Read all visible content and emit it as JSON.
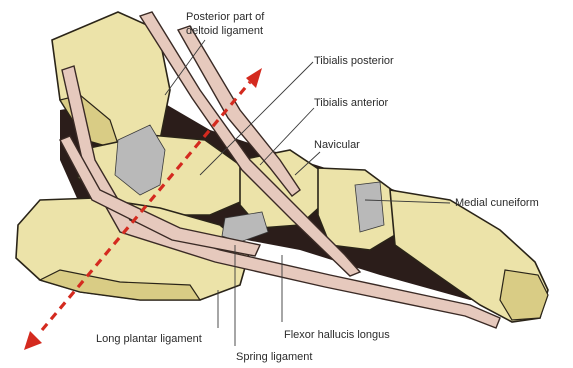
{
  "labels": {
    "posterior_deltoid_line1": "Posterior part of",
    "posterior_deltoid_line2": "deltoid ligament",
    "tibialis_posterior": "Tibialis posterior",
    "tibialis_anterior": "Tibialis anterior",
    "navicular": "Navicular",
    "medial_cuneiform": "Medial cuneiform",
    "long_plantar_ligament": "Long plantar ligament",
    "flexor_hallucis_longus": "Flexor hallucis longus",
    "spring_ligament": "Spring ligament"
  },
  "colors": {
    "bone": "#ece3a9",
    "tendon": "#e6c9bd",
    "axis_arrow": "#d42a1f",
    "outline": "#2a2418"
  }
}
